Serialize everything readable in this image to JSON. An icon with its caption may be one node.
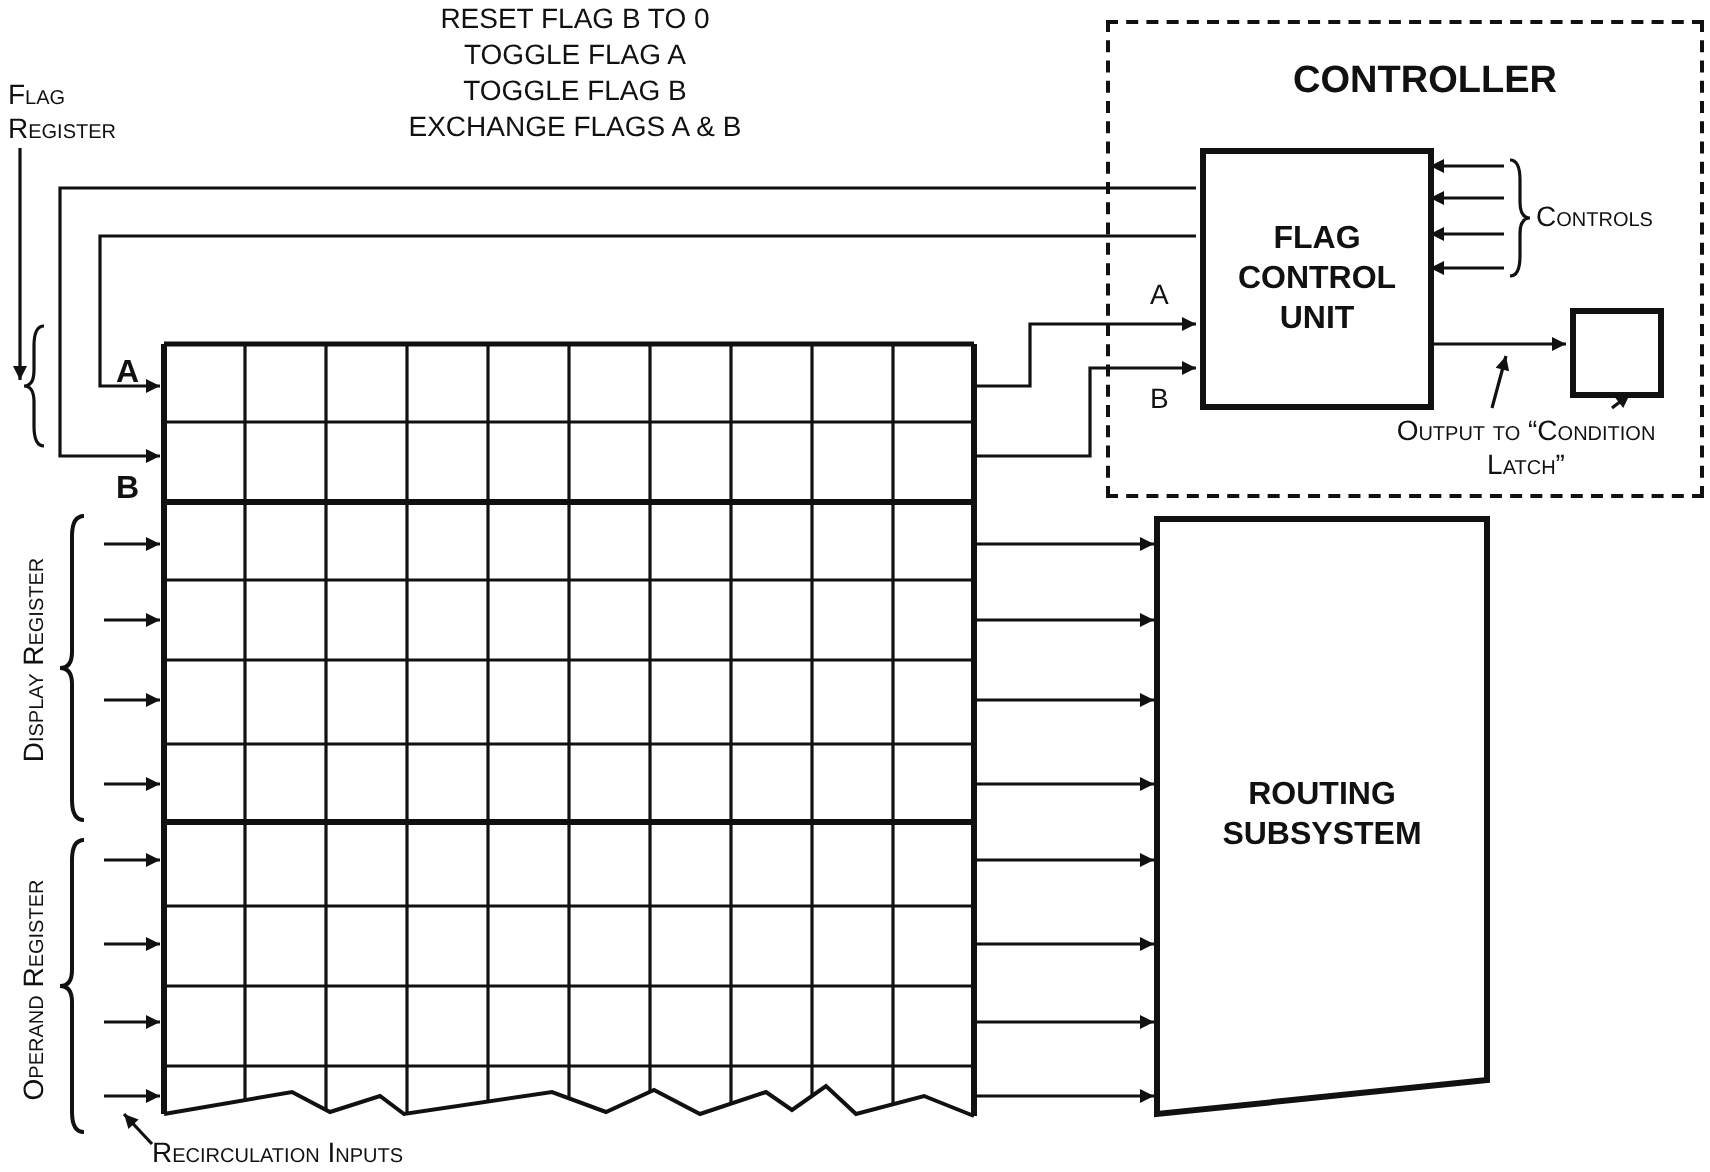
{
  "diagram": {
    "nodes": [
      {
        "text": [
          "Flag Register"
        ]
      },
      {
        "text": [
          "CONTROLLER"
        ]
      },
      {
        "text": [
          "FLAG CONTROL UNIT"
        ],
        "in": 1
      },
      {
        "text": [],
        "shape": "box",
        "in": 1
      },
      {
        "text": [
          "Output to “Condition Latch”"
        ],
        "in": 1
      },
      {
        "text": [],
        "shape": "grid"
      },
      {
        "text": [
          "ROUTING SUBSYSTEM"
        ]
      },
      {
        "text": [
          "Recirculation Inputs"
        ]
      }
    ],
    "edges": [
      {
        "from": 2,
        "to": 5,
        "arrow": "to"
      },
      {
        "from": 2,
        "to": 5,
        "arrow": "to"
      },
      {
        "from": 5,
        "to": 2,
        "arrow": "to",
        "label": "A"
      },
      {
        "from": 5,
        "to": 2,
        "arrow": "to",
        "label": "B"
      },
      {
        "from": null,
        "to": 2,
        "arrow": "to"
      },
      {
        "from": null,
        "to": 2,
        "arrow": "to"
      },
      {
        "from": null,
        "to": 2,
        "arrow": "to"
      },
      {
        "from": null,
        "to": 2,
        "arrow": "to"
      },
      {
        "from": 2,
        "to": 3,
        "arrow": "to"
      },
      {
        "from": null,
        "to": 5,
        "arrow": "to"
      },
      {
        "from": null,
        "to": 5,
        "arrow": "to"
      },
      {
        "from": null,
        "to": 5,
        "arrow": "to"
      },
      {
        "from": null,
        "to": 5,
        "arrow": "to"
      },
      {
        "from": null,
        "to": 5,
        "arrow": "to"
      },
      {
        "from": null,
        "to": 5,
        "arrow": "to"
      },
      {
        "from": null,
        "to": 5,
        "arrow": "to"
      },
      {
        "from": null,
        "to": 5,
        "arrow": "to"
      },
      {
        "from": 5,
        "to": 6,
        "arrow": "to"
      },
      {
        "from": 5,
        "to": 6,
        "arrow": "to"
      },
      {
        "from": 5,
        "to": 6,
        "arrow": "to"
      },
      {
        "from": 5,
        "to": 6,
        "arrow": "to"
      },
      {
        "from": 5,
        "to": 6,
        "arrow": "to"
      },
      {
        "from": 5,
        "to": 6,
        "arrow": "to"
      },
      {
        "from": 5,
        "to": 6,
        "arrow": "to"
      },
      {
        "from": 5,
        "to": 6,
        "arrow": "to"
      },
      {
        "from": 4,
        "to": 3,
        "arrow": "to"
      },
      {
        "from": 4,
        "to": null,
        "arrow": "to"
      },
      {
        "from": 7,
        "to": null,
        "arrow": "to"
      },
      {
        "from": 0,
        "to": null,
        "arrow": "to"
      }
    ],
    "labels": [
      "RESET FLAG B TO 0",
      "TOGGLE FLAG A",
      "TOGGLE FLAG B",
      "EXCHANGE FLAGS A & B",
      "Controls",
      "A",
      "B",
      "Display Register",
      "Operand Register"
    ]
  }
}
